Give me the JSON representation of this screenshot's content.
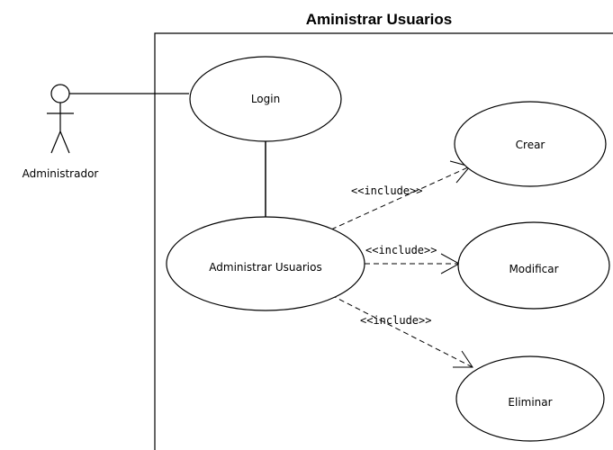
{
  "diagram": {
    "system_title": "Aministrar Usuarios",
    "actor": {
      "name": "Administrador"
    },
    "use_cases": {
      "login": "Login",
      "admin": "Administrar Usuarios",
      "crear": "Crear",
      "modificar": "Modificar",
      "eliminar": "Eliminar"
    },
    "relations": {
      "include_crear": "<<include>>",
      "include_modificar": "<<include>>",
      "include_eliminar": "<<include>>"
    }
  }
}
